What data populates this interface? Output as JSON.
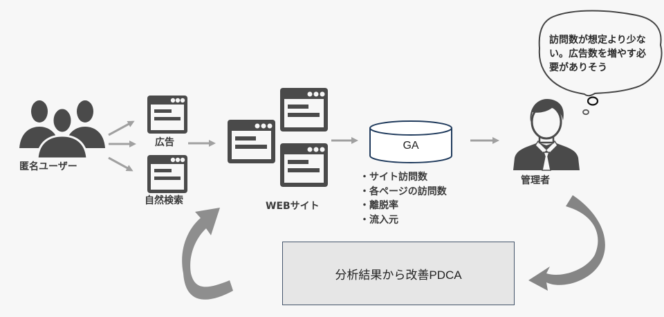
{
  "nodes": {
    "anonymous_users": {
      "label": "匿名ユーザー",
      "icon": "users-group-icon"
    },
    "ads": {
      "label": "広告",
      "icon": "browser-window-icon"
    },
    "organic_search": {
      "label": "自然検索",
      "icon": "browser-window-icon"
    },
    "website": {
      "label": "WEBサイト",
      "icon": "browser-windows-stack-icon"
    },
    "ga": {
      "label": "GA",
      "icon": "database-cylinder-icon"
    },
    "admin": {
      "label": "管理者",
      "icon": "businessman-icon"
    }
  },
  "ga_metrics": [
    "・サイト訪問数",
    "・各ページの訪問数",
    "・離脱率",
    "・流入元"
  ],
  "thought_bubble": {
    "lines": [
      "訪問数が想定より少な",
      "い。広告数を増やす必",
      "要がありそう"
    ]
  },
  "pdca_box": {
    "label": "分析結果から改善PDCA"
  },
  "colors": {
    "icon": "#4a4a4a",
    "arrow": "#a0a0a0",
    "curved_arrow": "#8a8a8a",
    "box_fill": "#e6e6e6",
    "box_border": "#44546a",
    "cylinder_border": "#1f3a5c",
    "background": "#f7f7f7"
  }
}
